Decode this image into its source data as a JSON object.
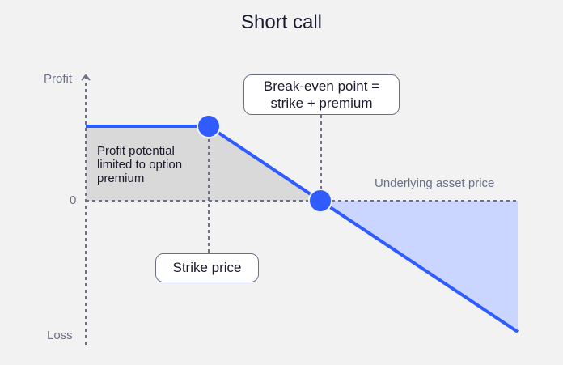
{
  "title": "Short call",
  "axis": {
    "y_top": "Profit",
    "y_zero": "0",
    "y_bottom": "Loss",
    "x_label": "Underlying asset price"
  },
  "annotations": {
    "profit_note": "Profit potential limited to option premium",
    "break_even_line1": "Break-even point =",
    "break_even_line2": "strike + premium",
    "strike": "Strike price"
  },
  "colors": {
    "line": "#2f5bff",
    "loss_fill": "#cad6ff",
    "profit_fill": "#d9d9d9",
    "axis": "#6b7088"
  }
}
